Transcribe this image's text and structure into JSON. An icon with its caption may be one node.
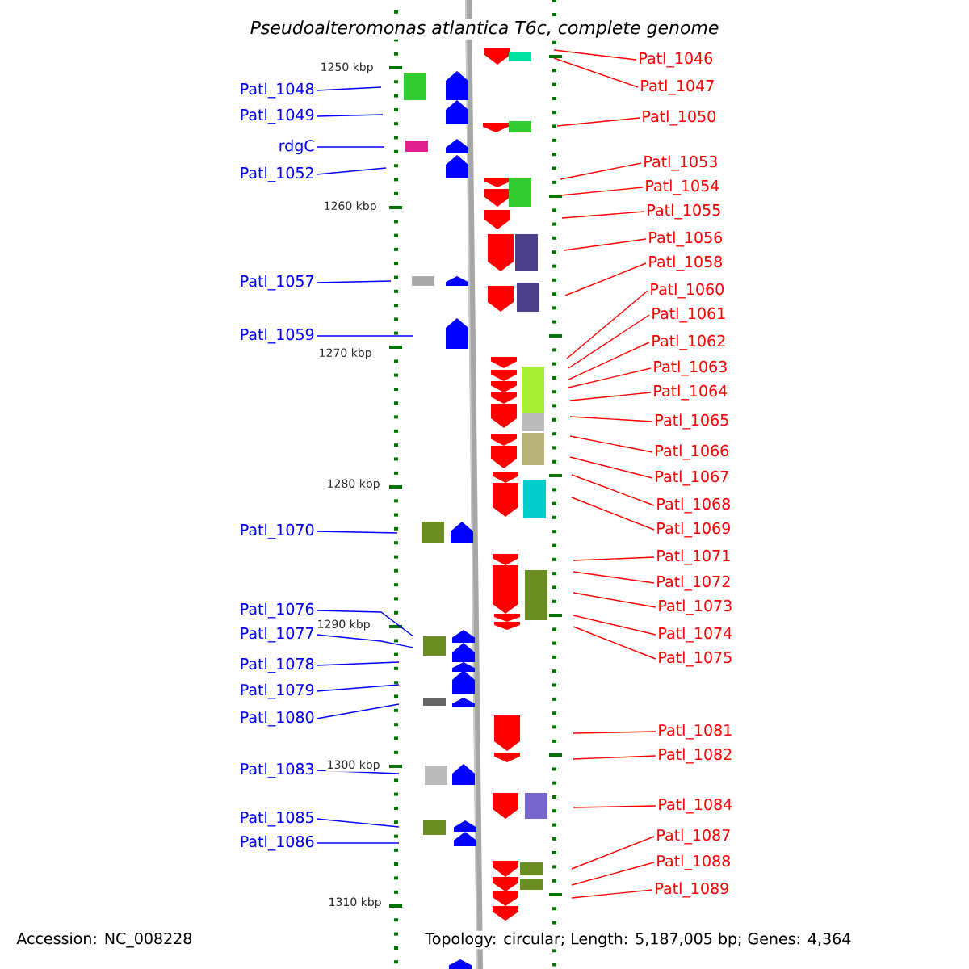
{
  "diagram": {
    "title": "Pseudoalteromonas atlantica T6c, complete genome",
    "nodes": [
      {
        "text": [
          "Patl_1048"
        ]
      },
      {
        "text": [
          "Patl_1049"
        ]
      },
      {
        "text": [
          "rdgC"
        ]
      },
      {
        "text": [
          "Patl_1052"
        ]
      },
      {
        "text": [
          "Patl_1057"
        ]
      },
      {
        "text": [
          "Patl_1059"
        ]
      },
      {
        "text": [
          "Patl_1070"
        ]
      },
      {
        "text": [
          "Patl_1076"
        ]
      },
      {
        "text": [
          "Patl_1077"
        ]
      },
      {
        "text": [
          "Patl_1078"
        ]
      },
      {
        "text": [
          "Patl_1079"
        ]
      },
      {
        "text": [
          "Patl_1080"
        ]
      },
      {
        "text": [
          "Patl_1083"
        ]
      },
      {
        "text": [
          "Patl_1085"
        ]
      },
      {
        "text": [
          "Patl_1086"
        ]
      },
      {
        "text": [
          "Patl_1046"
        ]
      },
      {
        "text": [
          "Patl_1047"
        ]
      },
      {
        "text": [
          "Patl_1050"
        ]
      },
      {
        "text": [
          "Patl_1053"
        ]
      },
      {
        "text": [
          "Patl_1054"
        ]
      },
      {
        "text": [
          "Patl_1055"
        ]
      },
      {
        "text": [
          "Patl_1056"
        ]
      },
      {
        "text": [
          "Patl_1058"
        ]
      },
      {
        "text": [
          "Patl_1060"
        ]
      },
      {
        "text": [
          "Patl_1061"
        ]
      },
      {
        "text": [
          "Patl_1062"
        ]
      },
      {
        "text": [
          "Patl_1063"
        ]
      },
      {
        "text": [
          "Patl_1064"
        ]
      },
      {
        "text": [
          "Patl_1065"
        ]
      },
      {
        "text": [
          "Patl_1066"
        ]
      },
      {
        "text": [
          "Patl_1067"
        ]
      },
      {
        "text": [
          "Patl_1068"
        ]
      },
      {
        "text": [
          "Patl_1069"
        ]
      },
      {
        "text": [
          "Patl_1071"
        ]
      },
      {
        "text": [
          "Patl_1072"
        ]
      },
      {
        "text": [
          "Patl_1073"
        ]
      },
      {
        "text": [
          "Patl_1074"
        ]
      },
      {
        "text": [
          "Patl_1075"
        ]
      },
      {
        "text": [
          "Patl_1081"
        ]
      },
      {
        "text": [
          "Patl_1082"
        ]
      },
      {
        "text": [
          "Patl_1084"
        ]
      },
      {
        "text": [
          "Patl_1087"
        ]
      },
      {
        "text": [
          "Patl_1088"
        ]
      },
      {
        "text": [
          "Patl_1089"
        ]
      }
    ],
    "edges": [
      {
        "from": 0,
        "to": null,
        "arrow": "none",
        "color": "#0000ff"
      },
      {
        "from": 1,
        "to": null,
        "arrow": "none",
        "color": "#0000ff"
      },
      {
        "from": 2,
        "to": null,
        "arrow": "none",
        "color": "#0000ff"
      },
      {
        "from": 3,
        "to": null,
        "arrow": "none",
        "color": "#0000ff"
      },
      {
        "from": 4,
        "to": null,
        "arrow": "none",
        "color": "#0000ff"
      },
      {
        "from": 5,
        "to": null,
        "arrow": "none",
        "color": "#0000ff"
      },
      {
        "from": 6,
        "to": null,
        "arrow": "none",
        "color": "#0000ff"
      },
      {
        "from": 7,
        "to": null,
        "arrow": "none",
        "color": "#0000ff"
      },
      {
        "from": 8,
        "to": null,
        "arrow": "none",
        "color": "#0000ff"
      },
      {
        "from": 9,
        "to": null,
        "arrow": "none",
        "color": "#0000ff"
      },
      {
        "from": 10,
        "to": null,
        "arrow": "none",
        "color": "#0000ff"
      },
      {
        "from": 11,
        "to": null,
        "arrow": "none",
        "color": "#0000ff"
      },
      {
        "from": 12,
        "to": null,
        "arrow": "none",
        "color": "#0000ff"
      },
      {
        "from": 13,
        "to": null,
        "arrow": "none",
        "color": "#0000ff"
      },
      {
        "from": 14,
        "to": null,
        "arrow": "none",
        "color": "#0000ff"
      },
      {
        "from": 15,
        "to": null,
        "arrow": "none"
      },
      {
        "from": 16,
        "to": null,
        "arrow": "none"
      },
      {
        "from": 17,
        "to": null,
        "arrow": "none"
      },
      {
        "from": 18,
        "to": null,
        "arrow": "none"
      },
      {
        "from": 19,
        "to": null,
        "arrow": "none"
      },
      {
        "from": 20,
        "to": null,
        "arrow": "none"
      },
      {
        "from": 21,
        "to": null,
        "arrow": "none"
      },
      {
        "from": 22,
        "to": null,
        "arrow": "none"
      },
      {
        "from": 23,
        "to": null,
        "arrow": "none"
      },
      {
        "from": 24,
        "to": null,
        "arrow": "none"
      },
      {
        "from": 25,
        "to": null,
        "arrow": "none"
      },
      {
        "from": 26,
        "to": null,
        "arrow": "none"
      },
      {
        "from": 27,
        "to": null,
        "arrow": "none"
      },
      {
        "from": 28,
        "to": null,
        "arrow": "none"
      },
      {
        "from": 29,
        "to": null,
        "arrow": "none"
      },
      {
        "from": 30,
        "to": null,
        "arrow": "none"
      },
      {
        "from": 31,
        "to": null,
        "arrow": "none"
      },
      {
        "from": 32,
        "to": null,
        "arrow": "none"
      },
      {
        "from": 33,
        "to": null,
        "arrow": "none"
      },
      {
        "from": 34,
        "to": null,
        "arrow": "none"
      },
      {
        "from": 35,
        "to": null,
        "arrow": "none"
      },
      {
        "from": 36,
        "to": null,
        "arrow": "none"
      },
      {
        "from": 37,
        "to": null,
        "arrow": "none"
      },
      {
        "from": 38,
        "to": null,
        "arrow": "none"
      },
      {
        "from": 39,
        "to": null,
        "arrow": "none"
      },
      {
        "from": 40,
        "to": null,
        "arrow": "none"
      },
      {
        "from": 41,
        "to": null,
        "arrow": "none"
      },
      {
        "from": 42,
        "to": null,
        "arrow": "none"
      },
      {
        "from": 43,
        "to": null,
        "arrow": "none"
      }
    ],
    "labels": [
      "1250 kbp",
      "1260 kbp",
      "1270 kbp",
      "1280 kbp",
      "1290 kbp",
      "1300 kbp",
      "1310 kbp",
      "Accession: NC_008228",
      "Topology: circular; Length: 5,187,005 bp; Genes: 4,364"
    ]
  }
}
